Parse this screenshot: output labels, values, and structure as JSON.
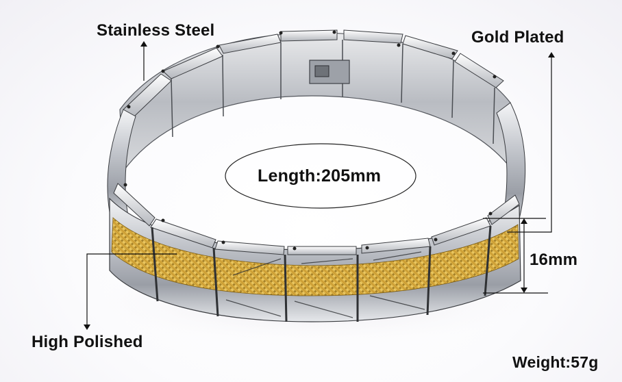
{
  "product": {
    "type": "bracelet",
    "materials_colors": {
      "steel": "#c9cbd0",
      "gold": "#e2b84a",
      "outline": "#111111"
    }
  },
  "labels": {
    "material": "Stainless Steel",
    "plating": "Gold Plated",
    "length": "Length:205mm",
    "width": "16mm",
    "finish": "High Polished",
    "weight": "Weight:57g"
  }
}
